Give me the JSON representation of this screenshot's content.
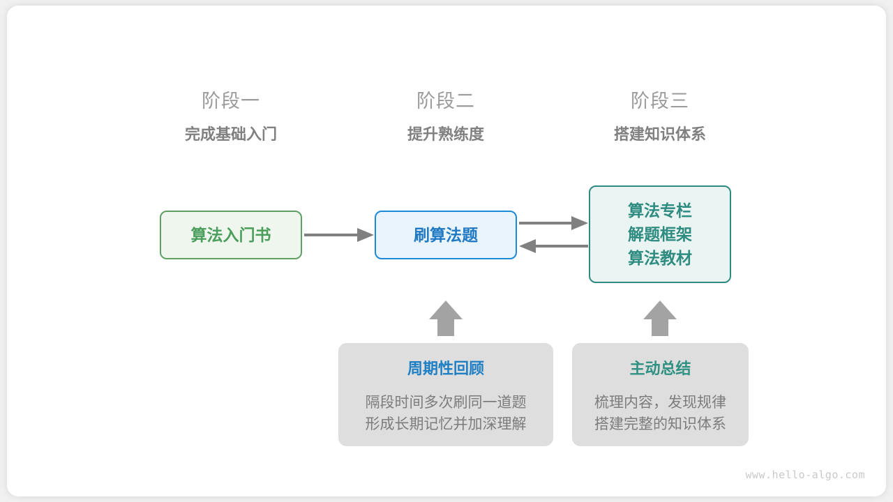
{
  "phases": [
    {
      "number": "阶段一",
      "title": "完成基础入门"
    },
    {
      "number": "阶段二",
      "title": "提升熟练度"
    },
    {
      "number": "阶段三",
      "title": "搭建知识体系"
    }
  ],
  "nodes": {
    "book": {
      "label": "算法入门书",
      "color": "#4a9d5a"
    },
    "practice": {
      "label": "刷算法题",
      "color": "#2079c3"
    },
    "knowledge": {
      "lines": [
        "算法专栏",
        "解题框架",
        "算法教材"
      ],
      "color": "#2e8b80"
    }
  },
  "cards": [
    {
      "title": "周期性回顾",
      "title_color": "#1f7fc4",
      "body_lines": [
        "隔段时间多次刷同一道题",
        "形成长期记忆并加深理解"
      ]
    },
    {
      "title": "主动总结",
      "title_color": "#2e9182",
      "body_lines": [
        "梳理内容，发现规律",
        "搭建完整的知识体系"
      ]
    }
  ],
  "arrows": {
    "color": "#808080",
    "items": [
      {
        "name": "book-to-practice",
        "direction": "right"
      },
      {
        "name": "practice-to-knowledge",
        "direction": "right"
      },
      {
        "name": "knowledge-to-practice",
        "direction": "left"
      },
      {
        "name": "review-to-practice",
        "direction": "up"
      },
      {
        "name": "summary-to-knowledge",
        "direction": "up"
      }
    ]
  },
  "watermark": "www.hello-algo.com"
}
